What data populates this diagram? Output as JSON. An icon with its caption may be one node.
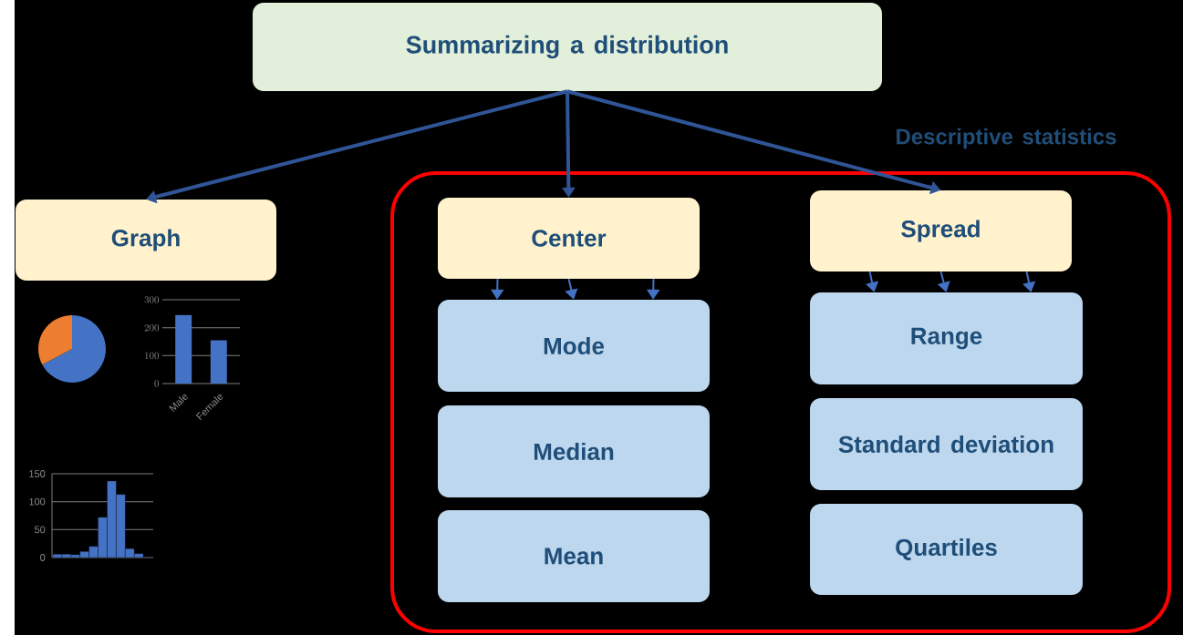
{
  "diagram": {
    "nodes": [
      {
        "text": [
          "Summarizing a distribution"
        ]
      },
      {
        "text": [
          "Graph"
        ]
      },
      {
        "text": [
          "Descriptive statistics"
        ]
      },
      {
        "text": [
          "Center"
        ],
        "in": 2
      },
      {
        "text": [
          "Spread"
        ],
        "in": 2
      },
      {
        "text": [
          "Mode"
        ],
        "in": 2
      },
      {
        "text": [
          "Median"
        ],
        "in": 2
      },
      {
        "text": [
          "Mean"
        ],
        "in": 2
      },
      {
        "text": [
          "Range"
        ],
        "in": 2
      },
      {
        "text": [
          "Standard deviation"
        ],
        "in": 2
      },
      {
        "text": [
          "Quartiles"
        ],
        "in": 2
      }
    ],
    "edges": [
      {
        "from": 0,
        "to": 1,
        "arrow": "to",
        "style": "thick",
        "color": "#2f5597"
      },
      {
        "from": 0,
        "to": 3,
        "arrow": "to",
        "style": "thick",
        "color": "#2f5597"
      },
      {
        "from": 0,
        "to": 4,
        "arrow": "to",
        "style": "thick",
        "color": "#2f5597"
      },
      {
        "from": 3,
        "to": 5,
        "arrow": "to"
      },
      {
        "from": 3,
        "to": 5,
        "arrow": "to"
      },
      {
        "from": 3,
        "to": 5,
        "arrow": "to"
      },
      {
        "from": 4,
        "to": 8,
        "arrow": "to"
      },
      {
        "from": 4,
        "to": 8,
        "arrow": "to"
      },
      {
        "from": 4,
        "to": 8,
        "arrow": "to"
      }
    ],
    "labels": [
      "150",
      "100",
      "50",
      "0"
    ],
    "chart_data": {
      "type": "bar",
      "categories": [
        "Male",
        "Female"
      ],
      "series": [
        {
          "color": "#4472c4",
          "values": [
            245,
            155
          ]
        }
      ],
      "ylim": [
        0,
        300
      ],
      "yticks": [
        0,
        100,
        200,
        300
      ],
      "grid": true
    }
  }
}
